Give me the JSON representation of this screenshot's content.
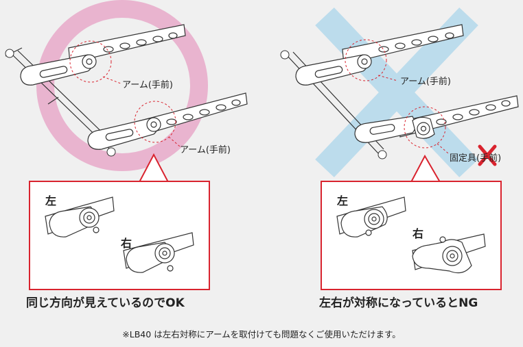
{
  "left": {
    "arm_label_top": "アーム(手前)",
    "arm_label_bottom": "アーム(手前)",
    "inset_left_label": "左",
    "inset_right_label": "右",
    "caption": "同じ方向が見えているのでOK"
  },
  "right": {
    "arm_label_top": "アーム(手前)",
    "fixture_label": "固定具(手前)",
    "inset_left_label": "左",
    "inset_right_label": "右",
    "caption": "左右が対称になっているとNG"
  },
  "footnote": "※LB40 は左右対称にアームを取付けても問題なくご使用いただけます。",
  "colors": {
    "ok_circle": "#e9b4cf",
    "ng_cross": "#bcdcec",
    "ng_mark": "#d9232e",
    "box_border": "#d9232e",
    "dashed_circle": "#d9232e"
  }
}
